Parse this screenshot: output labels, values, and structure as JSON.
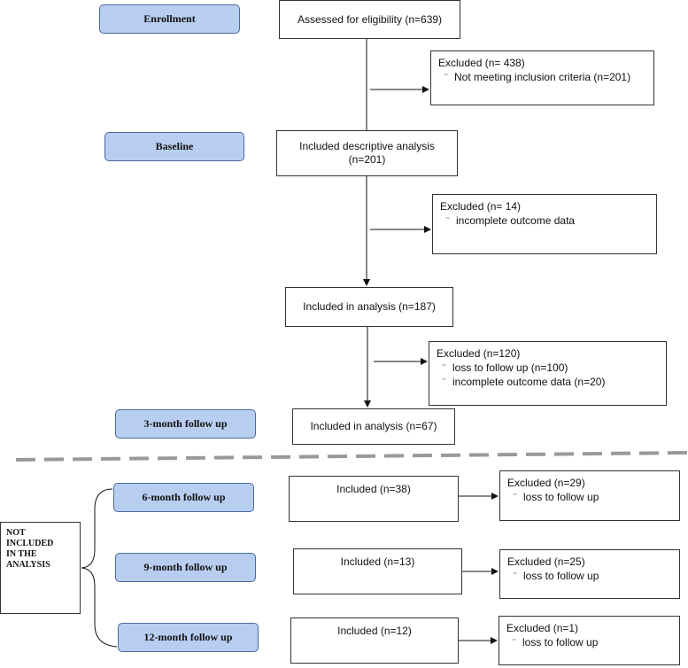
{
  "stages": {
    "enrollment": "Enrollment",
    "baseline": "Baseline",
    "month3": "3-month follow up",
    "month6": "6-month follow up",
    "month9": "9-month follow up",
    "month12": "12-month follow up"
  },
  "main": {
    "assessed": "Assessed for eligibility (n=639)",
    "included_descriptive_1": "Included descriptive analysis",
    "included_descriptive_2": "(n=201)",
    "included_analysis_187": "Included in analysis (n=187)",
    "included_analysis_67": "Included in analysis (n=67)"
  },
  "excluded": {
    "ex1_title": "Excluded (n= 438)",
    "ex1_item": "Not meeting inclusion criteria (n=201)",
    "ex2_title": "Excluded (n= 14)",
    "ex2_item": "incomplete outcome data",
    "ex3_title": "Excluded (n=120)",
    "ex3_item1": "loss to follow up (n=100)",
    "ex3_item2": "incomplete outcome data (n=20)"
  },
  "followup": {
    "inc6": "Included (n=38)",
    "exc6_title": "Excluded (n=29)",
    "exc6_item": "loss to follow up",
    "inc9": "Included (n=13)",
    "exc9_title": "Excluded (n=25)",
    "exc9_item": "loss to follow up",
    "inc12": "Included (n=12)",
    "exc12_title": "Excluded (n=1)",
    "exc12_item": "loss to follow up"
  },
  "side_label": {
    "line1": "NOT",
    "line2": "INCLUDED",
    "line3": "IN THE",
    "line4": "ANALYSIS"
  },
  "colors": {
    "stage_fill": "#b8cef0",
    "divider": "#999999"
  }
}
